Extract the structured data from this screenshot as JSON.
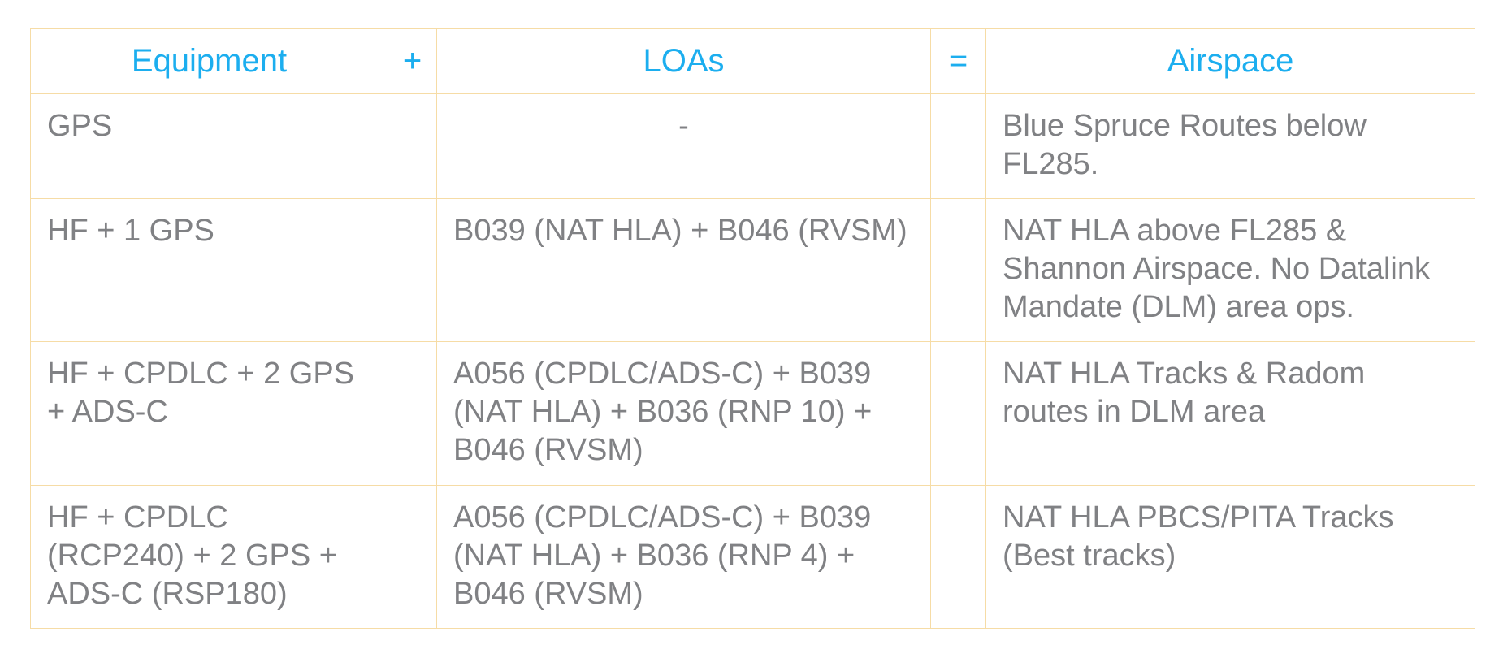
{
  "table": {
    "columns": {
      "equipment": "Equipment",
      "plus": "+",
      "loas": "LOAs",
      "equals": "=",
      "airspace": "Airspace"
    },
    "rows": [
      {
        "equipment": "GPS",
        "plus": "",
        "loas": "-",
        "equals": "",
        "airspace": "Blue Spruce Routes below\nFL285."
      },
      {
        "equipment": "HF + 1 GPS",
        "plus": "",
        "loas": "B039 (NAT HLA) + B046 (RVSM)",
        "equals": "",
        "airspace": "NAT HLA above FL285 &\nShannon Airspace. No Datalink\nMandate (DLM) area ops."
      },
      {
        "equipment": "HF + CPDLC + 2 GPS\n+ ADS-C",
        "plus": "",
        "loas": "A056 (CPDLC/ADS-C) + B039\n(NAT HLA) + B036 (RNP 10) +\nB046 (RVSM)",
        "equals": "",
        "airspace": "NAT HLA Tracks & Radom\nroutes in DLM area"
      },
      {
        "equipment": "HF + CPDLC\n(RCP240) + 2 GPS +\nADS-C (RSP180)",
        "plus": "",
        "loas": "A056 (CPDLC/ADS-C) + B039\n(NAT HLA) + B036 (RNP 4) +\nB046 (RVSM)",
        "equals": "",
        "airspace": "NAT HLA PBCS/PITA Tracks\n(Best tracks)"
      }
    ]
  },
  "colors": {
    "header_text": "#1caeef",
    "body_text": "#808184",
    "border": "#f6dca6",
    "background": "#ffffff"
  }
}
